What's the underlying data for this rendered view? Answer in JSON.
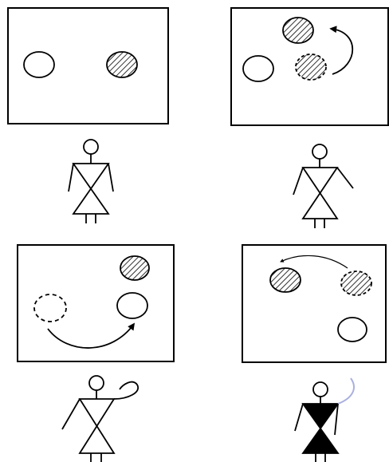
{
  "figure": {
    "panels": [
      {
        "id": "panel-1",
        "balls": [
          "plain-circle",
          "hatched-circle"
        ]
      },
      {
        "id": "panel-2",
        "balls": [
          "hatched-circle",
          "dashed-hatched-circle",
          "plain-circle"
        ],
        "arrow": "curved-arrow"
      },
      {
        "id": "panel-3",
        "balls": [
          "hatched-circle",
          "dashed-circle",
          "plain-circle"
        ],
        "arrow": "curved-arrow"
      },
      {
        "id": "panel-4",
        "balls": [
          "hatched-circle",
          "dashed-hatched-circle",
          "plain-circle"
        ],
        "arrow": "curved-arrow"
      }
    ],
    "figures": [
      {
        "id": "stick-figure-1",
        "pose": "arms-down"
      },
      {
        "id": "stick-figure-2",
        "pose": "arms-out"
      },
      {
        "id": "stick-figure-3",
        "pose": "arm-raised-wave"
      },
      {
        "id": "stick-figure-4",
        "pose": "arm-raised-filled"
      }
    ],
    "colors": {
      "stroke": "#000000",
      "background": "#ffffff",
      "highlight": "#aab0e0"
    }
  }
}
